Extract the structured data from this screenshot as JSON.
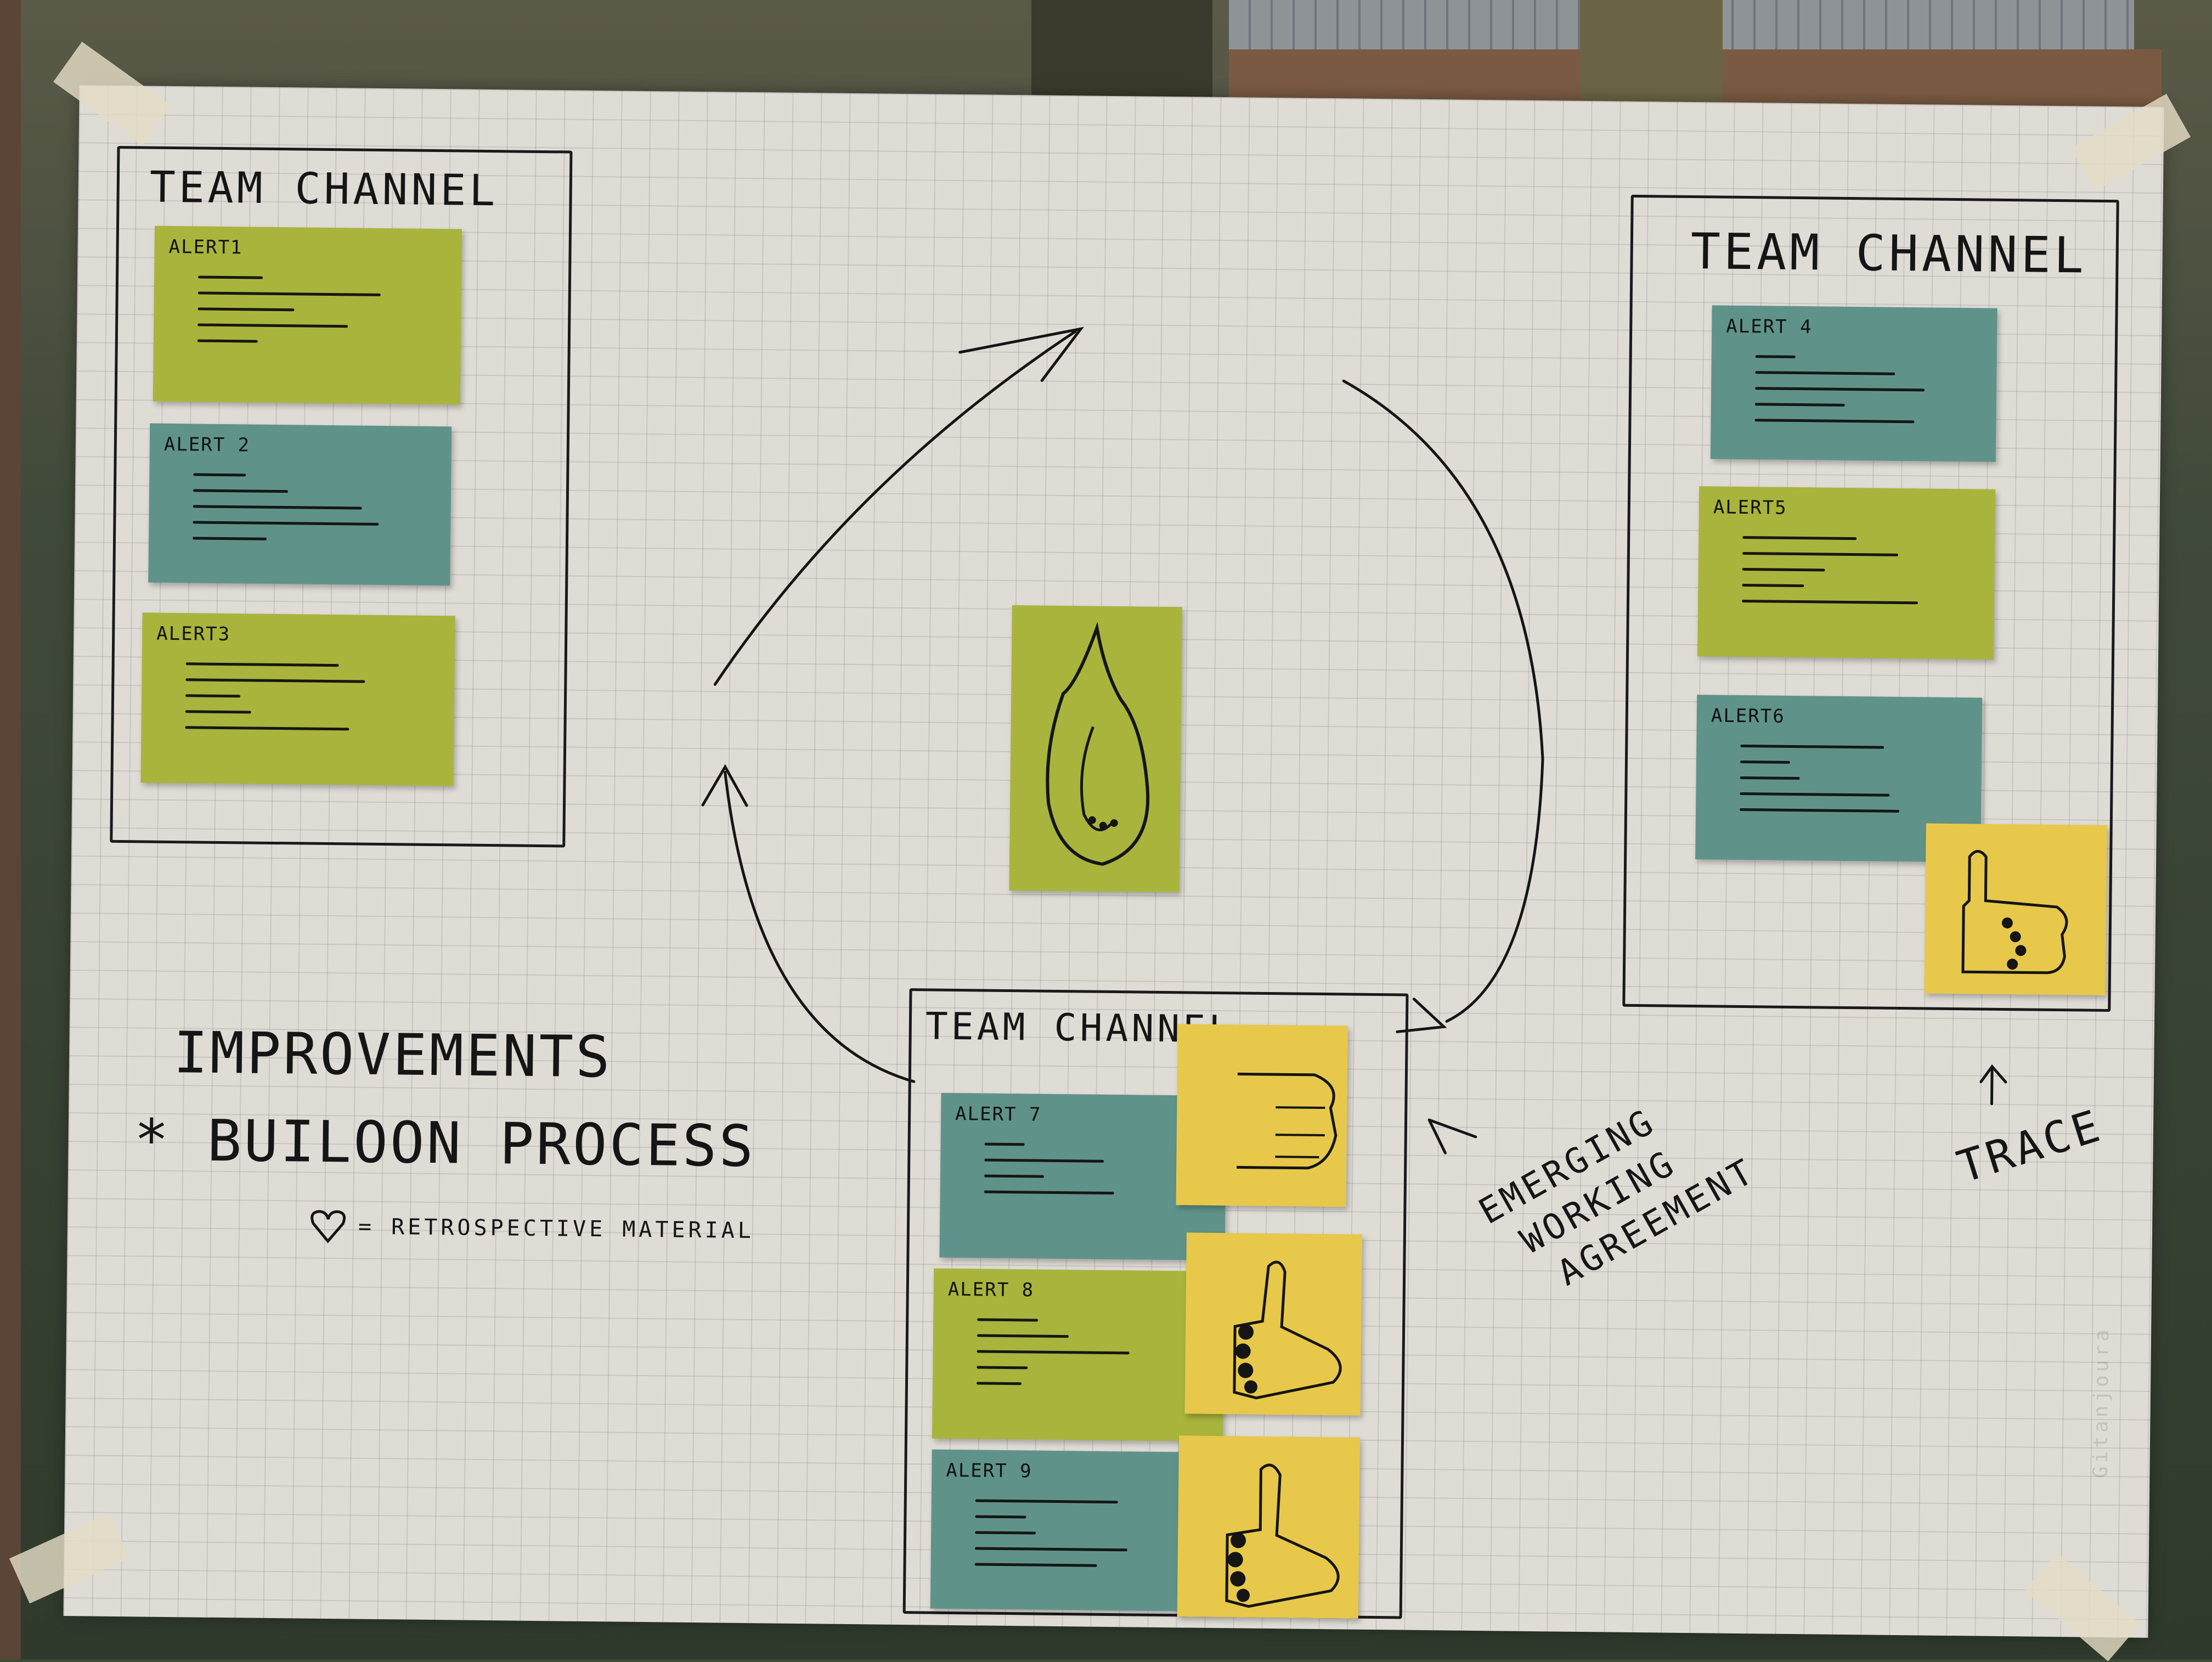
{
  "board": {
    "left_channel": {
      "title": "TEAM CHANNEL",
      "alerts": [
        "ALERT1",
        "ALERT 2",
        "ALERT3"
      ]
    },
    "right_channel": {
      "title": "TEAM CHANNEL",
      "alerts": [
        "ALERT 4",
        "ALERT5",
        "ALERT6"
      ]
    },
    "bottom_channel": {
      "title": "TEAM CHANNEL",
      "alerts": [
        "ALERT 7",
        "ALERT 8",
        "ALERT 9"
      ]
    },
    "improvements": {
      "title": "IMPROVEMENTS",
      "item": "* BUILOON PROCESS",
      "legend": "= RETROSPECTIVE MATERIAL"
    },
    "emerging": {
      "line1": "EMERGING",
      "line2": "WORKING",
      "line3": "AGREEMENT"
    },
    "trace": "TRACE",
    "watermark": "Gitanjoura"
  },
  "colors": {
    "paper": "#dfdcd6",
    "green_note": "#a9b43c",
    "teal_note": "#5f938a",
    "yellow_note": "#e7c84a",
    "ink": "#151515"
  },
  "icons": [
    "fire-icon",
    "heart-icon",
    "thumbs-up-icon",
    "arrow-icon"
  ]
}
